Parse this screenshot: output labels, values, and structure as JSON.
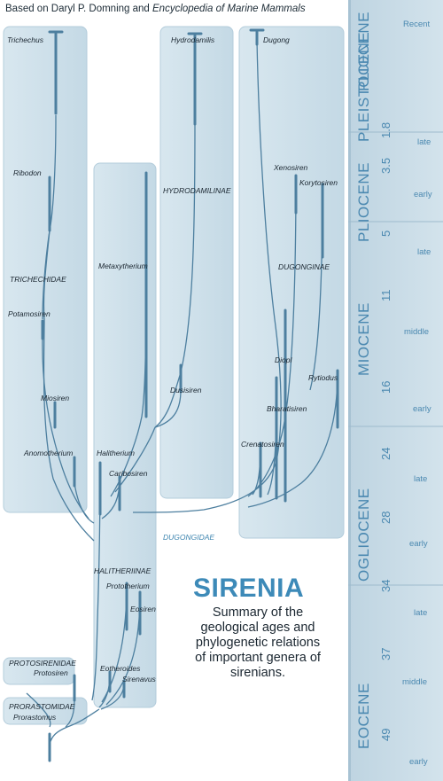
{
  "credit": {
    "prefix": "Based on Daryl P. Domning and ",
    "source": "Encyclopedia of Marine Mammals"
  },
  "genera": {
    "trichechus": "Trichechus",
    "ribodon": "Ribodon",
    "potamosiren": "Potamosiren",
    "miosiren": "Miosiren",
    "anomotherium": "Anomotherium",
    "hydrodamilis": "Hydrodamilis",
    "dusisiren": "Dusisiren",
    "metaxytherium": "Metaxytherium",
    "halitherium": "Halitherium",
    "caribosiren": "Caribosiren",
    "prototherium": "Prototherium",
    "eosiren": "Eosiren",
    "eotheroides": "Eotheroides",
    "sirenavus": "Sirenavus",
    "protosiren": "Protosiren",
    "prorastomus": "Prorastomus",
    "dugong": "Dugong",
    "xenosiren": "Xenosiren",
    "korytosiren": "Korytosiren",
    "diopl": "Diopl",
    "rytiodus": "Rytiodus",
    "bharatisiren": "Bharatisiren",
    "crenatosiren": "Crenatosiren"
  },
  "groups": {
    "trichechidae": "TRICHECHIDAE",
    "hydrodamilinae": "HYDRODAMILINAE",
    "dugonginae": "DUGONGINAE",
    "dugongidae": "DUGONGIDAE",
    "halitheriinae": "HALITHERIINAE",
    "protosirenidae": "PROTOSIRENIDAE",
    "prorastomidae": "PRORASTOMIDAE"
  },
  "timescale": {
    "periods": {
      "pliocene_top": "PLIOCENE",
      "pleistocene": "PLEISTOCENE",
      "pliocene": "PLIOCENE",
      "miocene": "MIOCENE",
      "ogliocene": "OGLIOCENE",
      "eocene": "EOCENE"
    },
    "ages": {
      "a1_8": "1.8",
      "a3_5": "3.5",
      "a5": "5",
      "a11": "11",
      "a16": "16",
      "a24": "24",
      "a28": "28",
      "a34": "34",
      "a37": "37",
      "a49": "49"
    },
    "subdivisions": {
      "recent": "Recent",
      "late1": "late",
      "early1": "early",
      "late2": "late",
      "middle1": "middle",
      "early2": "early",
      "late3": "late",
      "early3": "early",
      "late4": "late",
      "middle2": "middle",
      "early4": "early"
    }
  },
  "title": "SIRENIA",
  "summary": {
    "line1": "Summary of the",
    "line2": "geological ages and",
    "line3": "phylogenetic relations",
    "line4": "of important genera of",
    "line5": "sirenians."
  },
  "colors": {
    "panel": "#cfe0ea",
    "panel_edge": "#a9c6d8",
    "branch": "#4d7f9f",
    "accent": "#3d8ab8",
    "timescale_bg": "#c8dbe6"
  }
}
